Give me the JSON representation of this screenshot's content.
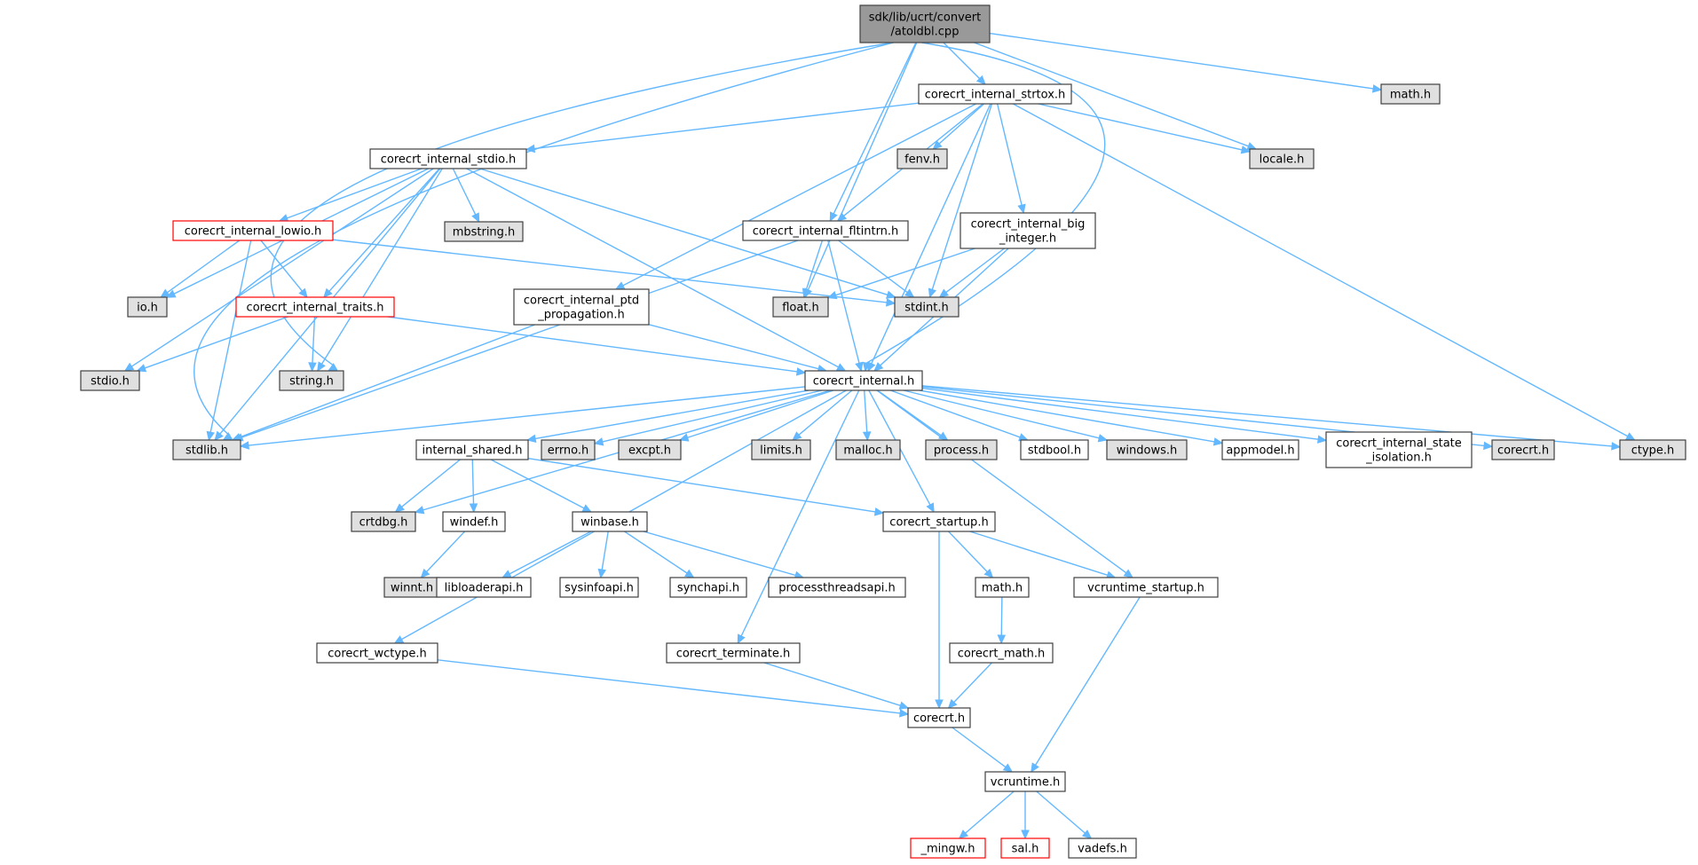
{
  "graph_title": "",
  "colors": {
    "edge": "#63b8ff",
    "node_border": "#404040",
    "node_fill_normal": "#ffffff",
    "node_fill_external": "#e0e0e0",
    "node_fill_root": "#999999",
    "node_border_missing": "#ff0000",
    "text": "#000000"
  },
  "nodes": [
    {
      "id": "atoldbl",
      "lines": [
        "sdk/lib/ucrt/convert",
        "/atoldbl.cpp"
      ],
      "style": "root"
    },
    {
      "id": "strtox",
      "lines": [
        "corecrt_internal_strtox.h"
      ],
      "style": "normal"
    },
    {
      "id": "mathh1",
      "lines": [
        "math.h"
      ],
      "style": "external"
    },
    {
      "id": "stdio_int",
      "lines": [
        "corecrt_internal_stdio.h"
      ],
      "style": "normal"
    },
    {
      "id": "fenv",
      "lines": [
        "fenv.h"
      ],
      "style": "external"
    },
    {
      "id": "locale",
      "lines": [
        "locale.h"
      ],
      "style": "external"
    },
    {
      "id": "lowio",
      "lines": [
        "corecrt_internal_lowio.h"
      ],
      "style": "missing"
    },
    {
      "id": "mbstring",
      "lines": [
        "mbstring.h"
      ],
      "style": "external"
    },
    {
      "id": "fltintrn",
      "lines": [
        "corecrt_internal_fltintrn.h"
      ],
      "style": "normal"
    },
    {
      "id": "big_int",
      "lines": [
        "corecrt_internal_big",
        "_integer.h"
      ],
      "style": "normal"
    },
    {
      "id": "ioh",
      "lines": [
        "io.h"
      ],
      "style": "external"
    },
    {
      "id": "traits",
      "lines": [
        "corecrt_internal_traits.h"
      ],
      "style": "missing"
    },
    {
      "id": "ptd",
      "lines": [
        "corecrt_internal_ptd",
        "_propagation.h"
      ],
      "style": "normal"
    },
    {
      "id": "floath",
      "lines": [
        "float.h"
      ],
      "style": "external"
    },
    {
      "id": "stdint",
      "lines": [
        "stdint.h"
      ],
      "style": "external"
    },
    {
      "id": "stdioh",
      "lines": [
        "stdio.h"
      ],
      "style": "external"
    },
    {
      "id": "stringh",
      "lines": [
        "string.h"
      ],
      "style": "external"
    },
    {
      "id": "internal",
      "lines": [
        "corecrt_internal.h"
      ],
      "style": "normal"
    },
    {
      "id": "stdlib",
      "lines": [
        "stdlib.h"
      ],
      "style": "external"
    },
    {
      "id": "shared",
      "lines": [
        "internal_shared.h"
      ],
      "style": "normal"
    },
    {
      "id": "errno",
      "lines": [
        "errno.h"
      ],
      "style": "external"
    },
    {
      "id": "excpt",
      "lines": [
        "excpt.h"
      ],
      "style": "external"
    },
    {
      "id": "limits",
      "lines": [
        "limits.h"
      ],
      "style": "external"
    },
    {
      "id": "malloc",
      "lines": [
        "malloc.h"
      ],
      "style": "external"
    },
    {
      "id": "process",
      "lines": [
        "process.h"
      ],
      "style": "external"
    },
    {
      "id": "stdbool",
      "lines": [
        "stdbool.h"
      ],
      "style": "normal"
    },
    {
      "id": "windowsh",
      "lines": [
        "windows.h"
      ],
      "style": "external"
    },
    {
      "id": "appmodel",
      "lines": [
        "appmodel.h"
      ],
      "style": "normal"
    },
    {
      "id": "state_iso",
      "lines": [
        "corecrt_internal_state",
        "_isolation.h"
      ],
      "style": "normal"
    },
    {
      "id": "corecrt_ext",
      "lines": [
        "corecrt.h"
      ],
      "style": "external"
    },
    {
      "id": "ctype",
      "lines": [
        "ctype.h"
      ],
      "style": "external"
    },
    {
      "id": "crtdbg",
      "lines": [
        "crtdbg.h"
      ],
      "style": "external"
    },
    {
      "id": "windef",
      "lines": [
        "windef.h"
      ],
      "style": "normal"
    },
    {
      "id": "winbase",
      "lines": [
        "winbase.h"
      ],
      "style": "normal"
    },
    {
      "id": "startup",
      "lines": [
        "corecrt_startup.h"
      ],
      "style": "normal"
    },
    {
      "id": "winnt",
      "lines": [
        "winnt.h"
      ],
      "style": "external"
    },
    {
      "id": "libloader",
      "lines": [
        "libloaderapi.h"
      ],
      "style": "normal"
    },
    {
      "id": "sysinfo",
      "lines": [
        "sysinfoapi.h"
      ],
      "style": "normal"
    },
    {
      "id": "synch",
      "lines": [
        "synchapi.h"
      ],
      "style": "normal"
    },
    {
      "id": "procthread",
      "lines": [
        "processthreadsapi.h"
      ],
      "style": "normal"
    },
    {
      "id": "mathh2",
      "lines": [
        "math.h"
      ],
      "style": "normal"
    },
    {
      "id": "vc_startup",
      "lines": [
        "vcruntime_startup.h"
      ],
      "style": "normal"
    },
    {
      "id": "wctype",
      "lines": [
        "corecrt_wctype.h"
      ],
      "style": "normal"
    },
    {
      "id": "terminate",
      "lines": [
        "corecrt_terminate.h"
      ],
      "style": "normal"
    },
    {
      "id": "crt_math",
      "lines": [
        "corecrt_math.h"
      ],
      "style": "normal"
    },
    {
      "id": "corecrt",
      "lines": [
        "corecrt.h"
      ],
      "style": "normal"
    },
    {
      "id": "vcruntime",
      "lines": [
        "vcruntime.h"
      ],
      "style": "normal"
    },
    {
      "id": "mingw",
      "lines": [
        "_mingw.h"
      ],
      "style": "missing"
    },
    {
      "id": "sal",
      "lines": [
        "sal.h"
      ],
      "style": "missing"
    },
    {
      "id": "vadefs",
      "lines": [
        "vadefs.h"
      ],
      "style": "normal"
    }
  ],
  "edges": [
    [
      "atoldbl",
      "strtox"
    ],
    [
      "atoldbl",
      "mathh1"
    ],
    [
      "atoldbl",
      "locale"
    ],
    [
      "atoldbl",
      "fltintrn"
    ],
    [
      "atoldbl",
      "floath"
    ],
    [
      "atoldbl",
      "internal"
    ],
    [
      "atoldbl",
      "stringh"
    ],
    [
      "atoldbl",
      "stdlib"
    ],
    [
      "strtox",
      "stdio_int"
    ],
    [
      "strtox",
      "fenv"
    ],
    [
      "strtox",
      "locale"
    ],
    [
      "strtox",
      "fltintrn"
    ],
    [
      "strtox",
      "big_int"
    ],
    [
      "strtox",
      "ptd"
    ],
    [
      "strtox",
      "stdint"
    ],
    [
      "strtox",
      "internal"
    ],
    [
      "strtox",
      "ctype"
    ],
    [
      "stdio_int",
      "lowio"
    ],
    [
      "stdio_int",
      "mbstring"
    ],
    [
      "stdio_int",
      "ioh"
    ],
    [
      "stdio_int",
      "traits"
    ],
    [
      "stdio_int",
      "stdioh"
    ],
    [
      "stdio_int",
      "stringh"
    ],
    [
      "stdio_int",
      "stdint"
    ],
    [
      "stdio_int",
      "internal"
    ],
    [
      "stdio_int",
      "stdlib"
    ],
    [
      "lowio",
      "ioh"
    ],
    [
      "lowio",
      "traits"
    ],
    [
      "lowio",
      "stdint"
    ],
    [
      "lowio",
      "stdlib"
    ],
    [
      "traits",
      "stdioh"
    ],
    [
      "traits",
      "stringh"
    ],
    [
      "traits",
      "internal"
    ],
    [
      "fltintrn",
      "floath"
    ],
    [
      "fltintrn",
      "stdint"
    ],
    [
      "fltintrn",
      "internal"
    ],
    [
      "fltintrn",
      "stdlib"
    ],
    [
      "big_int",
      "floath"
    ],
    [
      "big_int",
      "stdint"
    ],
    [
      "big_int",
      "internal"
    ],
    [
      "ptd",
      "internal"
    ],
    [
      "ptd",
      "stdlib"
    ],
    [
      "internal",
      "stdlib"
    ],
    [
      "internal",
      "shared"
    ],
    [
      "internal",
      "errno"
    ],
    [
      "internal",
      "excpt"
    ],
    [
      "internal",
      "limits"
    ],
    [
      "internal",
      "malloc"
    ],
    [
      "internal",
      "process"
    ],
    [
      "internal",
      "stdbool"
    ],
    [
      "internal",
      "windowsh"
    ],
    [
      "internal",
      "appmodel"
    ],
    [
      "internal",
      "state_iso"
    ],
    [
      "internal",
      "corecrt_ext"
    ],
    [
      "internal",
      "ctype"
    ],
    [
      "internal",
      "crtdbg"
    ],
    [
      "internal",
      "startup"
    ],
    [
      "internal",
      "vc_startup"
    ],
    [
      "internal",
      "wctype"
    ],
    [
      "internal",
      "terminate"
    ],
    [
      "shared",
      "crtdbg"
    ],
    [
      "shared",
      "windef"
    ],
    [
      "shared",
      "winbase"
    ],
    [
      "shared",
      "startup"
    ],
    [
      "windef",
      "winnt"
    ],
    [
      "winbase",
      "libloader"
    ],
    [
      "winbase",
      "sysinfo"
    ],
    [
      "winbase",
      "synch"
    ],
    [
      "winbase",
      "procthread"
    ],
    [
      "startup",
      "mathh2"
    ],
    [
      "startup",
      "vc_startup"
    ],
    [
      "startup",
      "corecrt"
    ],
    [
      "mathh2",
      "crt_math"
    ],
    [
      "crt_math",
      "corecrt"
    ],
    [
      "vc_startup",
      "vcruntime"
    ],
    [
      "wctype",
      "corecrt"
    ],
    [
      "terminate",
      "corecrt"
    ],
    [
      "corecrt",
      "vcruntime"
    ],
    [
      "vcruntime",
      "mingw"
    ],
    [
      "vcruntime",
      "sal"
    ],
    [
      "vcruntime",
      "vadefs"
    ]
  ]
}
